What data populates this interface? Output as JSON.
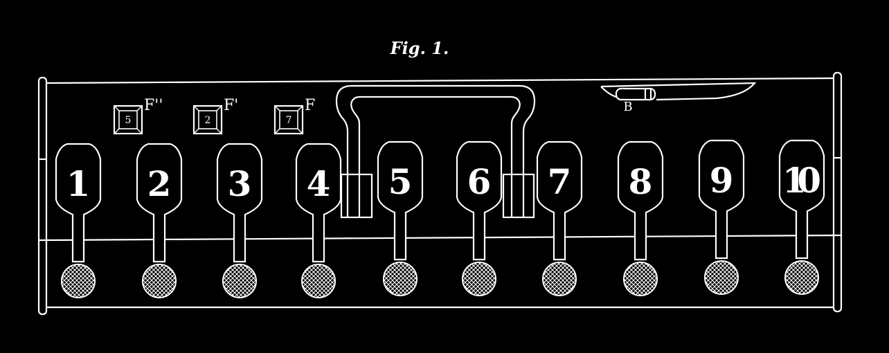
{
  "caption": "Fig. 1.",
  "key_labels": [
    "1",
    "2",
    "3",
    "4",
    "5",
    "6",
    "7",
    "8",
    "9",
    "10"
  ],
  "indicators": [
    {
      "value": "5",
      "label": "F''"
    },
    {
      "value": "2",
      "label": "F'"
    },
    {
      "value": "7",
      "label": "F"
    }
  ],
  "handle_label": "B"
}
